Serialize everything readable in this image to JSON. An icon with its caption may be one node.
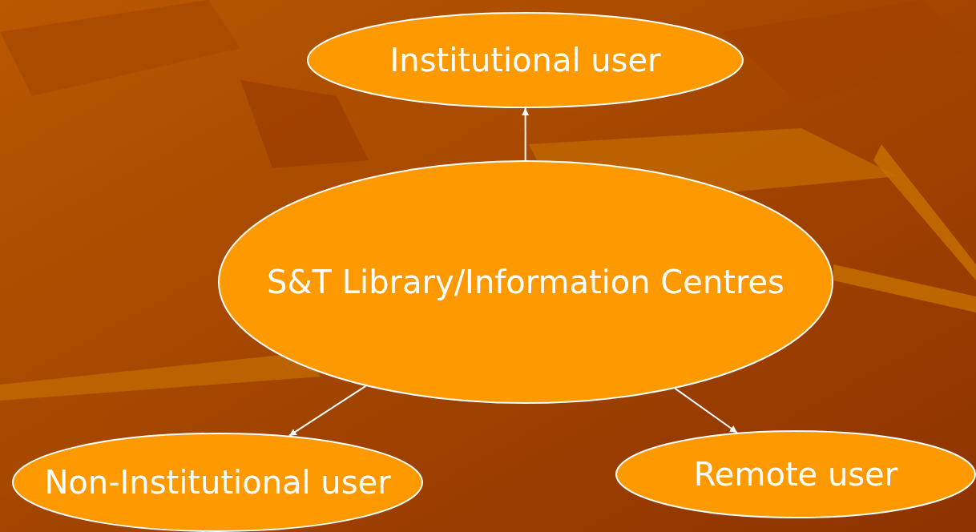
{
  "diagram": {
    "nodes": [
      {
        "text": [
          "Institutional user"
        ]
      },
      {
        "text": [
          "S&T Library/Information Centres"
        ]
      },
      {
        "text": [
          "Non-Institutional user"
        ]
      },
      {
        "text": [
          "Remote user"
        ]
      }
    ],
    "edges": [
      {
        "from": 1,
        "to": 0,
        "arrow": "to"
      },
      {
        "from": 1,
        "to": 2,
        "arrow": "to"
      },
      {
        "from": 1,
        "to": 3,
        "arrow": "to"
      }
    ]
  }
}
